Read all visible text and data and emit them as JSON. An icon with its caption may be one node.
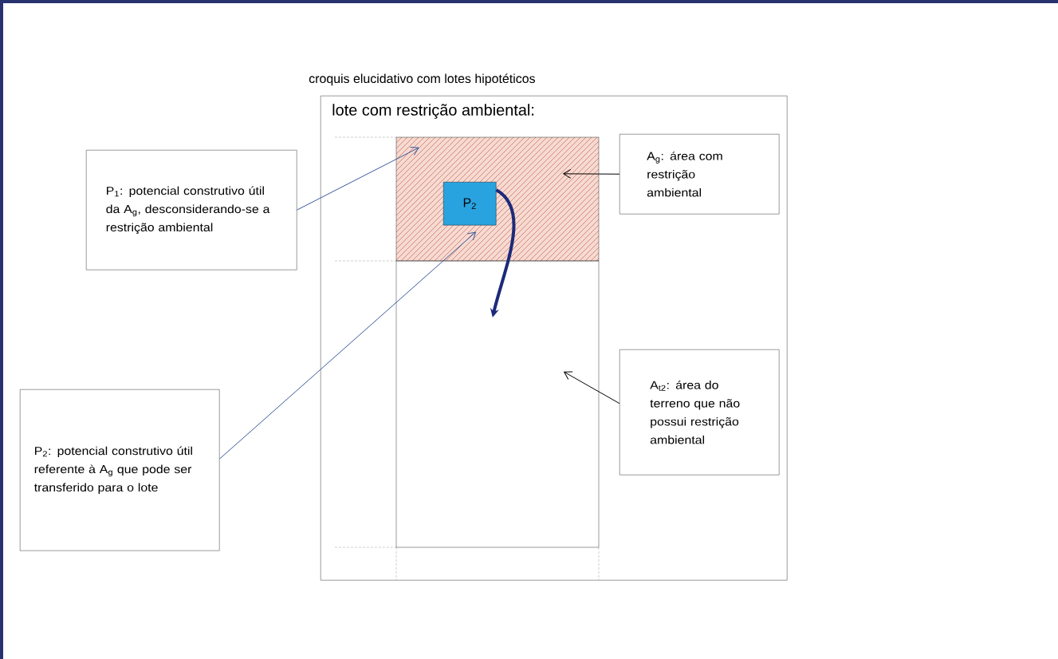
{
  "diagram": {
    "title": "croquis elucidativo com lotes hipotéticos",
    "nodes": [
      {
        "text": [
          "lote com restrição ambiental:"
        ]
      },
      {
        "text": [],
        "shape": "box",
        "in": 0
      },
      {
        "text": [
          "P$_{2}$"
        ],
        "in": 1
      },
      {
        "text": [],
        "shape": "box",
        "in": 0
      },
      {
        "text": [
          "P$_{1}$: potencial construtivo útil da A$_{g}$, desconsiderando-se a restrição ambiental"
        ]
      },
      {
        "text": [
          "P$_{2}$: potencial construtivo útil referente à A$_{g}$ que pode ser transferido para o lote"
        ]
      },
      {
        "text": [
          "A$_{g}$: área com restrição ambiental"
        ],
        "in": 0
      },
      {
        "text": [
          "A$_{t2}$: área do terreno que não possui restrição ambiental"
        ],
        "in": 0
      }
    ],
    "edges": [
      {
        "from": 4,
        "to": 1,
        "arrow": "to",
        "color": "#3a5a9c"
      },
      {
        "from": 5,
        "to": 2,
        "arrow": "to",
        "color": "#3a5a9c"
      },
      {
        "from": 6,
        "to": 1,
        "arrow": "to",
        "color": "#000000"
      },
      {
        "from": 7,
        "to": 3,
        "arrow": "to",
        "color": "#000000"
      },
      {
        "from": 2,
        "to": 3,
        "arrow": "to",
        "style": "thick",
        "color": "#1c2a7a"
      }
    ]
  }
}
